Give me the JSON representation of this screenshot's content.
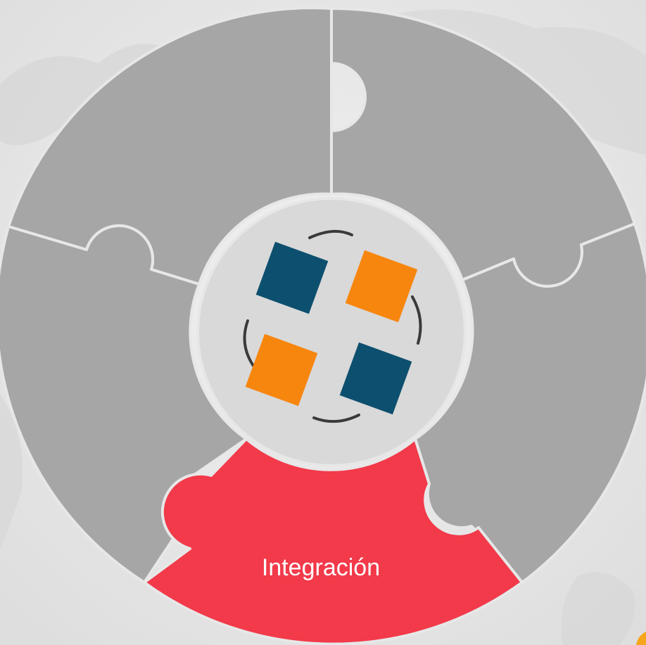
{
  "diagram": {
    "type": "puzzle-wheel",
    "segments": [
      {
        "id": "top-left",
        "label": "",
        "color": "#a6a6a6",
        "active": false
      },
      {
        "id": "top-right",
        "label": "",
        "color": "#a6a6a6",
        "active": false
      },
      {
        "id": "right",
        "label": "",
        "color": "#a6a6a6",
        "active": false
      },
      {
        "id": "bottom",
        "label": "Integración",
        "color": "#f23a4a",
        "active": true
      },
      {
        "id": "left",
        "label": "",
        "color": "#a6a6a6",
        "active": false
      }
    ],
    "hub": {
      "icon": "four-squares-rotating-icon",
      "colors": {
        "blue": "#0d4f6e",
        "orange": "#f7860f",
        "circle": "#d9d9d9"
      }
    },
    "background": {
      "color": "#e8e8e8",
      "pattern": "world-map"
    }
  }
}
